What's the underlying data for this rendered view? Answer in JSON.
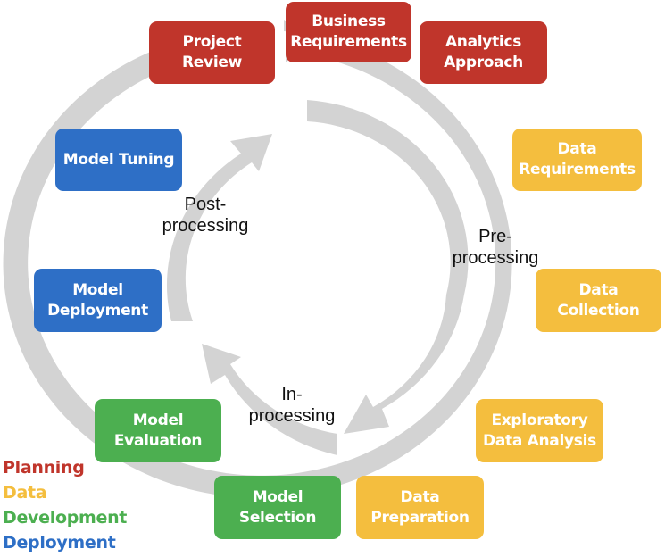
{
  "colors": {
    "planning": "#C0352B",
    "data": "#F4BE3E",
    "development": "#4CAF50",
    "deployment": "#2E6FC6",
    "arrow": "#D3D3D3"
  },
  "steps": {
    "business_requirements": "Business\nRequirements",
    "analytics_approach": "Analytics\nApproach",
    "data_requirements": "Data\nRequirements",
    "data_collection": "Data\nCollection",
    "exploratory_data_analysis": "Exploratory\nData Analysis",
    "data_preparation": "Data\nPreparation",
    "model_selection": "Model\nSelection",
    "model_evaluation": "Model\nEvaluation",
    "model_deployment": "Model\nDeployment",
    "model_tuning": "Model Tuning",
    "project_review": "Project\nReview"
  },
  "phases": {
    "pre": "Pre-\nprocessing",
    "in": "In-\nprocessing",
    "post": "Post-\nprocessing"
  },
  "legend": {
    "planning": "Planning",
    "data": "Data",
    "development": "Development",
    "deployment": "Deployment"
  }
}
